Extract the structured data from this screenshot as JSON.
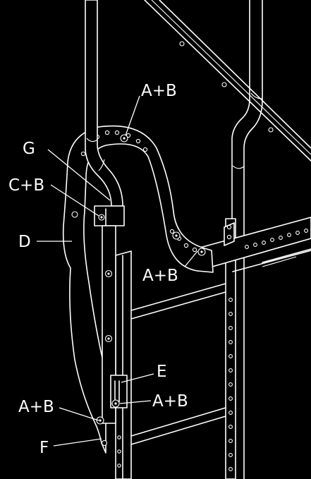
{
  "diagram": {
    "background": "#000000",
    "line_color": "#ffffff",
    "callouts": [
      {
        "id": "ab-top",
        "text": "A+B"
      },
      {
        "id": "g",
        "text": "G"
      },
      {
        "id": "cb",
        "text": "C+B"
      },
      {
        "id": "d",
        "text": "D"
      },
      {
        "id": "ab-mid",
        "text": "A+B"
      },
      {
        "id": "e",
        "text": "E"
      },
      {
        "id": "ab-low-right",
        "text": "A+B"
      },
      {
        "id": "ab-low-left",
        "text": "A+B"
      },
      {
        "id": "f",
        "text": "F"
      }
    ]
  }
}
